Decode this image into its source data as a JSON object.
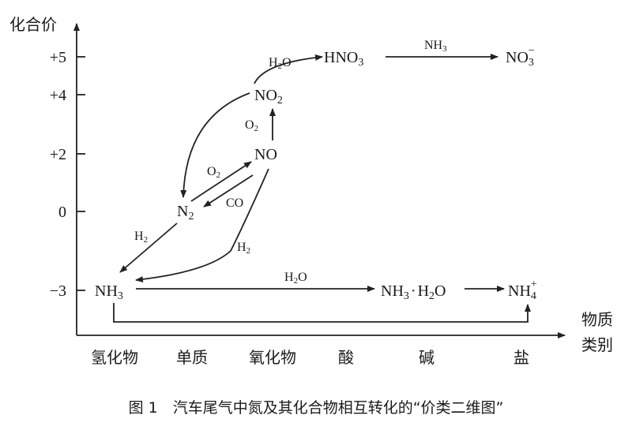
{
  "axes": {
    "y_title": "化合价",
    "x_title_line1": "物质",
    "x_title_line2": "类别",
    "y_ticks": [
      "+5",
      "+4",
      "+2",
      "0",
      "−3"
    ],
    "x_categories": [
      "氢化物",
      "单质",
      "氧化物",
      "酸",
      "碱",
      "盐"
    ]
  },
  "species": {
    "hno3": {
      "base": "HNO",
      "sub": "3"
    },
    "no3": {
      "base": "NO",
      "sub": "3",
      "sup": "−"
    },
    "no2": {
      "base": "NO",
      "sub": "2"
    },
    "no": "NO",
    "n2": {
      "base": "N",
      "sub": "2"
    },
    "nh3": {
      "base": "NH",
      "sub": "3"
    },
    "nh3h2o": {
      "a": "NH",
      "a_sub": "3",
      "dot": "·",
      "b": "H",
      "b_sub": "2",
      "c": "O"
    },
    "nh4": {
      "base": "NH",
      "sub": "4",
      "sup": "+"
    }
  },
  "reagents": {
    "h2o_top": {
      "a": "H",
      "sub": "2",
      "b": "O"
    },
    "nh3_top": {
      "a": "NH",
      "sub": "3"
    },
    "o2_vertical": {
      "a": "O",
      "sub": "2"
    },
    "o2_diag": {
      "a": "O",
      "sub": "2"
    },
    "co": "CO",
    "h2_left": {
      "a": "H",
      "sub": "2"
    },
    "h2_right": {
      "a": "H",
      "sub": "2"
    },
    "h2o_bottom": {
      "a": "H",
      "sub": "2",
      "b": "O"
    }
  },
  "caption": "图 1　汽车尾气中氮及其化合物相互转化的“价类二维图”"
}
